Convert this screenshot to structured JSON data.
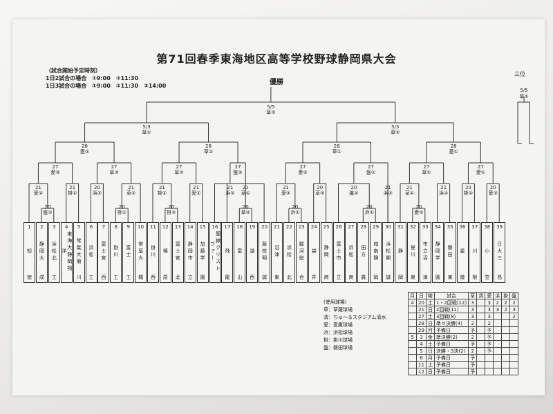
{
  "title": "第71回春季東海地区高等学校野球静岡県大会",
  "schedule": {
    "heading": "（試合開始予定時刻）",
    "line1": "1日2試合の場合　①9:00　②11:30",
    "line2": "1日3試合の場合　①9:00　②11:30　③14:00"
  },
  "final_label": "優勝",
  "third_place": {
    "label": "三位",
    "date": "5/5",
    "match": "草①"
  },
  "teams": [
    {
      "no": "1",
      "name": "知",
      "tail": "徳"
    },
    {
      "no": "2",
      "name": "静岡大",
      "tail": "成"
    },
    {
      "no": "3",
      "name": "浜松北",
      "tail": "工"
    },
    {
      "no": "4",
      "name": "東海大静岡翔洋",
      "tail": ""
    },
    {
      "no": "5",
      "name": "常葉大菊",
      "tail": "川"
    },
    {
      "no": "6",
      "name": "浜松",
      "tail": "工"
    },
    {
      "no": "7",
      "name": "富士宮",
      "tail": "西"
    },
    {
      "no": "8",
      "name": "掛川",
      "tail": "工"
    },
    {
      "no": "9",
      "name": "富士",
      "tail": "工"
    },
    {
      "no": "10",
      "name": "常葉大",
      "tail": "橘"
    },
    {
      "no": "11",
      "name": "掛川",
      "tail": "西"
    },
    {
      "no": "12",
      "name": "榛",
      "tail": "原"
    },
    {
      "no": "13",
      "name": "富士宮",
      "tail": "北"
    },
    {
      "no": "14",
      "name": "静岡市",
      "tail": "立"
    },
    {
      "no": "15",
      "name": "加藤学",
      "tail": "園"
    },
    {
      "no": "16",
      "name": "聖隷クリストファー",
      "tail": ""
    },
    {
      "no": "17",
      "name": "飛",
      "tail": "龍"
    },
    {
      "no": "18",
      "name": "富",
      "tail": "山"
    },
    {
      "no": "19",
      "name": "湖",
      "tail": "西"
    },
    {
      "no": "20",
      "name": "藤枝明",
      "tail": "誠"
    },
    {
      "no": "21",
      "name": "沼津",
      "tail": "東"
    },
    {
      "no": "22",
      "name": "浜松",
      "tail": "北"
    },
    {
      "no": "23",
      "name": "駿河総",
      "tail": "合"
    },
    {
      "no": "24",
      "name": "袋",
      "tail": "井"
    },
    {
      "no": "25",
      "name": "静岡",
      "tail": "商"
    },
    {
      "no": "26",
      "name": "富士市",
      "tail": "立"
    },
    {
      "no": "27",
      "name": "浜松",
      "tail": "商"
    },
    {
      "no": "28",
      "name": "田方",
      "tail": "農"
    },
    {
      "no": "29",
      "name": "城南静",
      "tail": "岡"
    },
    {
      "no": "30",
      "name": "浜松開",
      "tail": "誠"
    },
    {
      "no": "31",
      "name": "静",
      "tail": "岡"
    },
    {
      "no": "32",
      "name": "誉川",
      "tail": "東"
    },
    {
      "no": "33",
      "name": "市立沼",
      "tail": "津"
    },
    {
      "no": "34",
      "name": "静岡学",
      "tail": "園"
    },
    {
      "no": "35",
      "name": "磐田",
      "tail": "東"
    },
    {
      "no": "36",
      "name": "星",
      "tail": "陵"
    },
    {
      "no": "37",
      "name": "川",
      "tail": "根"
    },
    {
      "no": "38",
      "name": "小",
      "tail": "笠"
    },
    {
      "no": "39",
      "name": "日大三",
      "tail": "島"
    }
  ],
  "bracket_labels": {
    "final": "5/5\n草②",
    "sf_left": "5/3\n草①",
    "sf_right": "5/3\n草②",
    "qf1": "28\n愛②",
    "qf2": "28\n草②",
    "qf3": "28\n草①",
    "qf4": "28\n愛①",
    "r3_1": "27\n愛③",
    "r3_2": "27\n草③",
    "r3_3": "27\n草②",
    "r3_4": "27\n盤②",
    "r3_5": "27\n愛②",
    "r3_6": "27\n盤①",
    "r3_7": "27\n草①",
    "r3_8": "27\n愛①",
    "r2_1": "21\n愛②",
    "r2_2": "21\n掛②",
    "r2_3": "20\n浜②",
    "r2_4": "21\n草②",
    "r2_5": "21\n掛①",
    "r2_6": "21\n愛①",
    "r2_7": "21\n浜②",
    "r2_8": "21\n草①",
    "r2_9": "21\n愛③",
    "r2_10": "20\n草③",
    "r2_11": "20\n盤②",
    "r2_12": "21\n浜③",
    "r2_13": "21\n草①",
    "r2_14": "21\n浜①",
    "r2_15": "20\n掛②",
    "r2_16": "20\n愛③",
    "r1_1": "20\n盤①",
    "r1_2": "20\n掛①",
    "r1_3": "20\n掛②",
    "r1_4": "20\n草②",
    "r1_5": "20\n浜①",
    "r1_6": "20\n浜①",
    "r1_7": "20\n愛②"
  },
  "venues": {
    "heading": "(使用球場)",
    "items": [
      "草：草薙球場",
      "清：ちゅ～るスタジアム清水",
      "愛：愛鷹球場",
      "浜：浜松球場",
      "掛：掛川球場",
      "盤：磐田球場"
    ]
  },
  "calendar": {
    "headers": [
      "月",
      "日",
      "曜",
      "試合",
      "草",
      "清",
      "愛",
      "浜",
      "掛",
      "盤"
    ],
    "rows": [
      [
        "4",
        "20",
        "土",
        "1・2回戦(12)",
        "3",
        "",
        "3",
        "2",
        "2",
        "2"
      ],
      [
        "",
        "21",
        "日",
        "2回戦(11)",
        "3",
        "",
        "3",
        "3",
        "2",
        "3"
      ],
      [
        "",
        "27",
        "土",
        "3回戦(8)",
        "3",
        "",
        "3",
        "",
        "",
        "2"
      ],
      [
        "",
        "28",
        "日",
        "準々決勝(4)",
        "2",
        "",
        "2",
        "",
        "",
        ""
      ],
      [
        "",
        "29",
        "月",
        "予備日",
        "予",
        "",
        "予",
        "",
        "",
        ""
      ],
      [
        "5",
        "3",
        "金",
        "準決勝(2)",
        "2",
        "",
        "予",
        "",
        "",
        ""
      ],
      [
        "",
        "4",
        "土",
        "予備日",
        "予",
        "",
        "予",
        "",
        "",
        ""
      ],
      [
        "",
        "5",
        "日",
        "決勝・3決(2)",
        "2",
        "",
        "予",
        "",
        "",
        ""
      ],
      [
        "",
        "6",
        "月",
        "予備日",
        "予",
        "",
        "",
        "",
        "",
        ""
      ],
      [
        "",
        "11",
        "土",
        "予備日",
        "予",
        "",
        "",
        "",
        "",
        ""
      ],
      [
        "",
        "12",
        "日",
        "予備日",
        "予",
        "",
        "",
        "",
        "",
        ""
      ]
    ]
  }
}
